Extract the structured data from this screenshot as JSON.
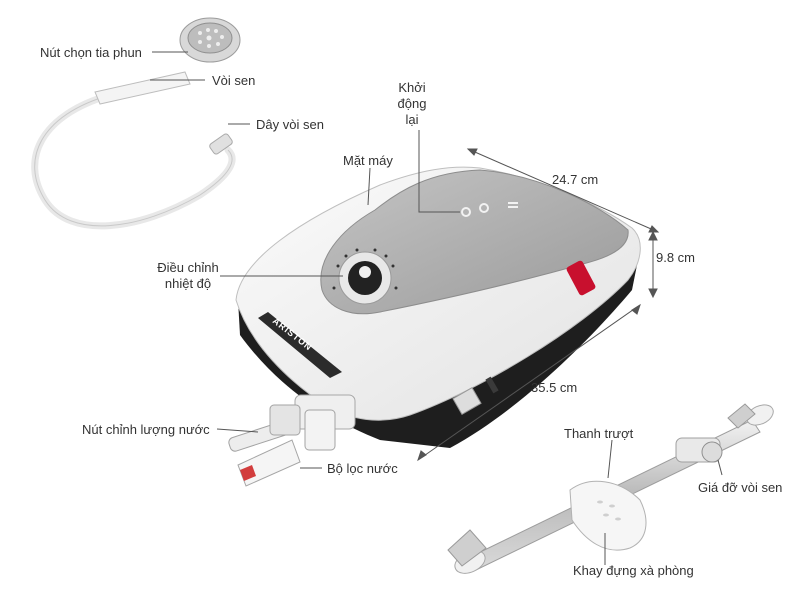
{
  "labels": {
    "spray_button": "Nút chọn tia phun",
    "shower_head": "Vòi sen",
    "shower_hose": "Dây vòi sen",
    "restart": "Khởi\nđộng\nlại",
    "front_panel": "Mặt máy",
    "temperature": "Điều chỉnh\nnhiệt độ",
    "flow_button": "Nút chỉnh lượng nước",
    "water_filter": "Bộ lọc nước",
    "slide_bar": "Thanh trượt",
    "shower_holder": "Giá đỡ vòi sen",
    "soap_tray": "Khay đựng xà phòng"
  },
  "dimensions": {
    "width": "24.7 cm",
    "height": "9.8 cm",
    "length": "35.5 cm"
  },
  "brand": "ARISTON",
  "colors": {
    "body": "#f0f0f0",
    "panel": "#a9a9a9",
    "base": "#1e1e1e",
    "line": "#555555"
  }
}
